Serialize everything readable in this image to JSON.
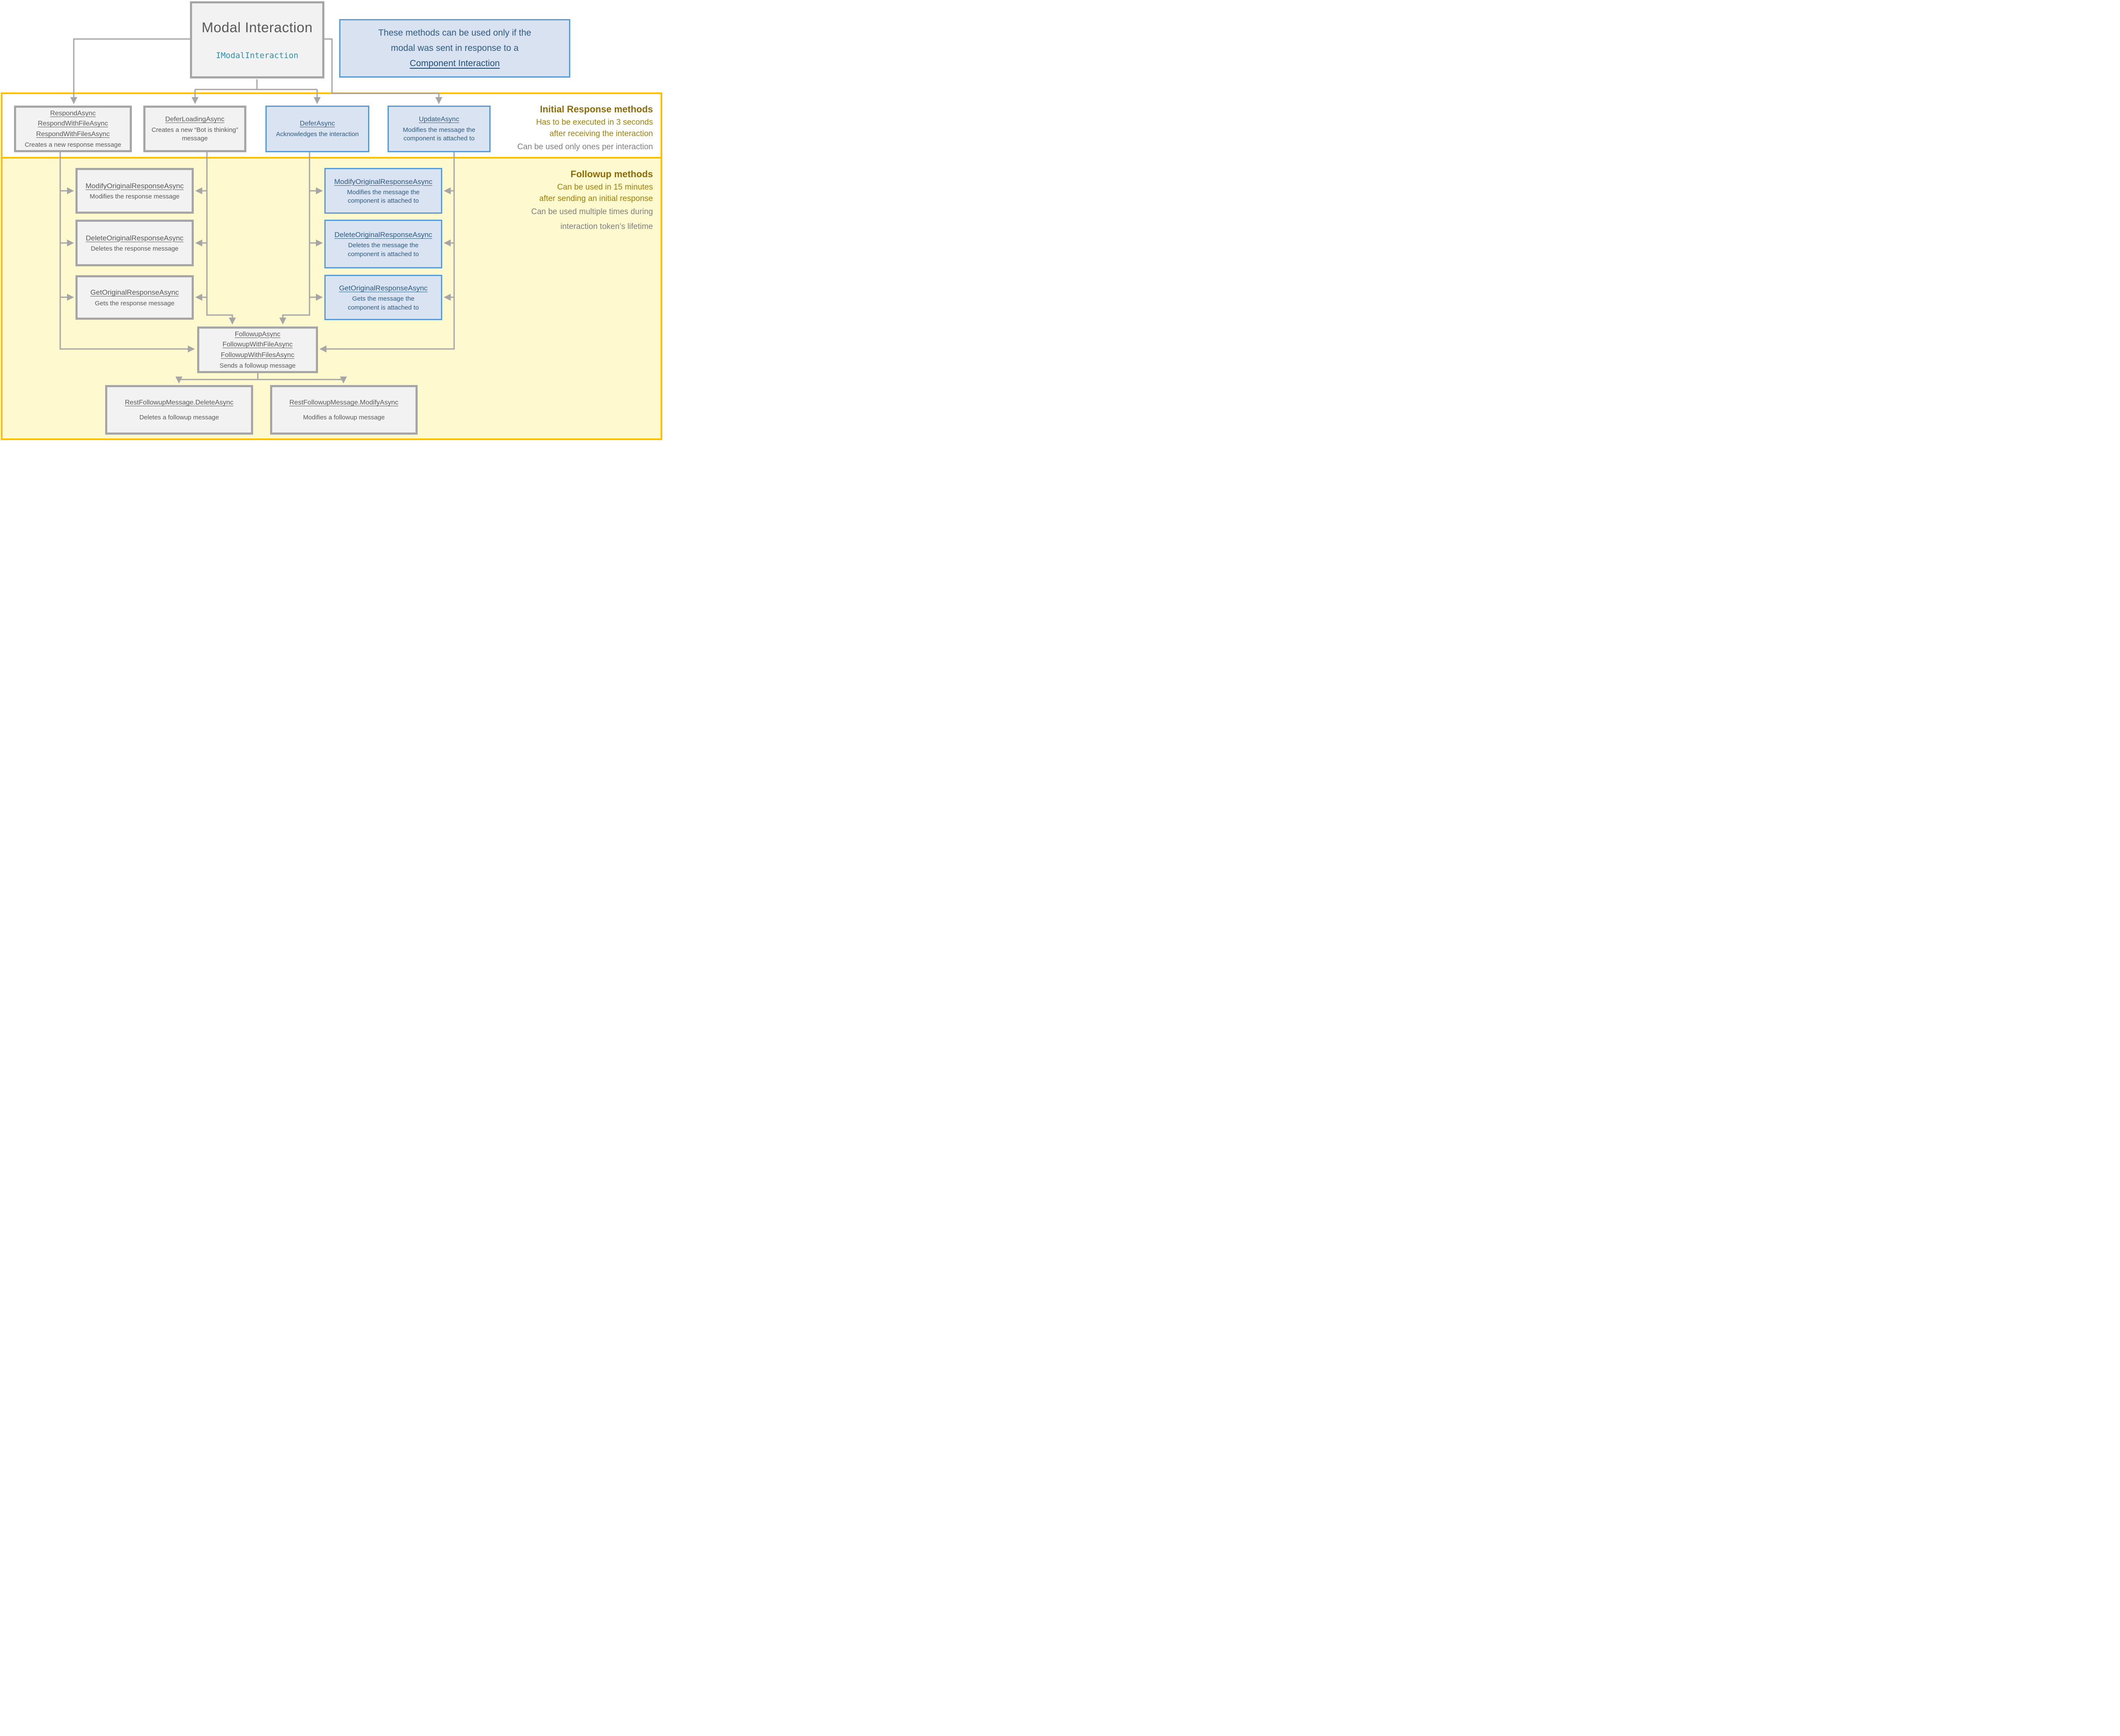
{
  "colors": {
    "accent_orange": "#ffc000",
    "node_gray_fill": "#f2f2f2",
    "node_gray_border": "#a6a6a6",
    "node_blue_fill": "#dae3f1",
    "node_blue_border": "#5b9bd5",
    "text_gray": "#595959",
    "text_blue": "#2e5b80",
    "text_teal": "#2e8fa8",
    "text_gold": "#a1800a",
    "followup_region_fill": "#fef9cf"
  },
  "root_box": {
    "title": "Modal Interaction",
    "interface_name": "IModalInteraction"
  },
  "note_box": {
    "line1": "These methods can be used only if the",
    "line2": "modal was sent in response to a",
    "link_text": "Component Interaction"
  },
  "initial_section": {
    "heading": "Initial Response methods",
    "gold_line1": "Has to be executed in 3 seconds",
    "gold_line2": "after receiving the interaction",
    "gray_line": "Can be used only ones per interaction",
    "respond_box": {
      "method1": "RespondAsync",
      "method2": "RespondWithFileAsync",
      "method3": "RespondWithFilesAsync",
      "desc": "Creates a new response message"
    },
    "defer_loading_box": {
      "method": "DeferLoadingAsync",
      "desc": "Creates a new “Bot is thinking” message"
    },
    "defer_box": {
      "method": "DeferAsync",
      "desc": "Acknowledges the interaction"
    },
    "update_box": {
      "method": "UpdateAsync",
      "desc": "Modifies the message the component is attached to"
    }
  },
  "followup_section": {
    "heading": "Followup methods",
    "gold_line1": "Can be used in 15 minutes",
    "gold_line2": "after sending an initial response",
    "gray_line1": "Can be used multiple times during",
    "gray_line2": "interaction token’s lifetime",
    "modify_original_box": {
      "method": "ModifyOriginalResponseAsync",
      "desc": "Modifies the response message"
    },
    "delete_original_box": {
      "method": "DeleteOriginalResponseAsync",
      "desc": "Deletes the response message"
    },
    "get_original_box": {
      "method": "GetOriginalResponseAsync",
      "desc": "Gets the response message"
    },
    "modify_component_box": {
      "method": "ModifyOriginalResponseAsync",
      "desc": "Modifies the message the component is attached to"
    },
    "delete_component_box": {
      "method": "DeleteOriginalResponseAsync",
      "desc": "Deletes the message the component is attached to"
    },
    "get_component_box": {
      "method": "GetOriginalResponseAsync",
      "desc": "Gets the message the component is attached to"
    },
    "followup_box": {
      "method1": "FollowupAsync",
      "method2": "FollowupWithFileAsync",
      "method3": "FollowupWithFilesAsync",
      "desc": "Sends a followup message"
    },
    "rest_delete_box": {
      "method": "RestFollowupMessage.DeleteAsync",
      "desc": "Deletes a followup message"
    },
    "rest_modify_box": {
      "method": "RestFollowupMessage.ModifyAsync",
      "desc": "Modifies a followup message"
    }
  }
}
